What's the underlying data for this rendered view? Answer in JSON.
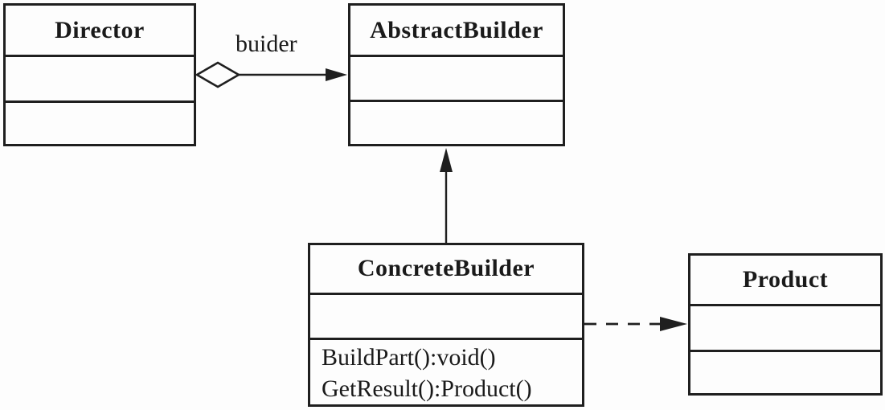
{
  "diagram": {
    "kind": "uml-class-diagram",
    "pattern": "Builder",
    "colors": {
      "line": "#1f1f1f",
      "background": "#fdfdfd",
      "text": "#1a1a1a"
    },
    "classes": {
      "director": {
        "name": "Director",
        "attributes": [],
        "methods": []
      },
      "abstract_builder": {
        "name": "AbstractBuilder",
        "attributes": [],
        "methods": []
      },
      "concrete_builder": {
        "name": "ConcreteBuilder",
        "attributes": [],
        "methods": [
          "BuildPart():void()",
          "GetResult():Product()"
        ]
      },
      "product": {
        "name": "Product",
        "attributes": [],
        "methods": []
      }
    },
    "relations": {
      "aggregation": {
        "type": "aggregation",
        "from": "Director",
        "to": "AbstractBuilder",
        "label": "buider"
      },
      "generalization": {
        "type": "generalization",
        "from": "ConcreteBuilder",
        "to": "AbstractBuilder",
        "label": ""
      },
      "dependency": {
        "type": "dependency-dashed",
        "from": "ConcreteBuilder",
        "to": "Product",
        "label": ""
      }
    }
  }
}
